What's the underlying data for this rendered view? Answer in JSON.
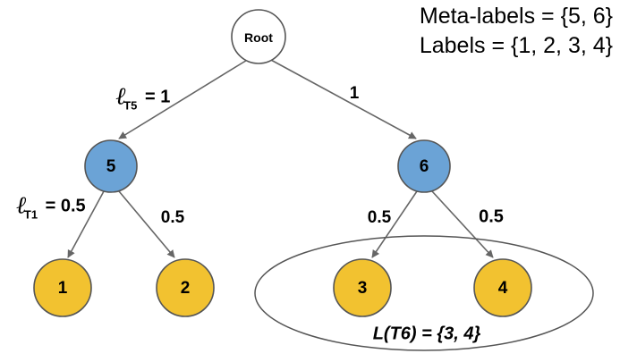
{
  "legend": {
    "meta_labels": "Meta-labels = {5, 6}",
    "labels": "Labels = {1, 2, 3, 4}"
  },
  "tree": {
    "root": {
      "label": "Root"
    },
    "meta_nodes": [
      {
        "label": "5"
      },
      {
        "label": "6"
      }
    ],
    "leaf_nodes": [
      {
        "label": "1"
      },
      {
        "label": "2"
      },
      {
        "label": "3"
      },
      {
        "label": "4"
      }
    ]
  },
  "edges": [
    {
      "name": "root-to-5",
      "symbol": "ℓ",
      "subscript": "T5",
      "eq": " = ",
      "value": "1",
      "styled": true
    },
    {
      "name": "root-to-6",
      "value": "1",
      "styled": false
    },
    {
      "name": "5-to-1",
      "symbol": "ℓ",
      "subscript": "T1",
      "eq": " = ",
      "value": "0.5",
      "styled": true
    },
    {
      "name": "5-to-2",
      "value": "0.5",
      "styled": false
    },
    {
      "name": "6-to-3",
      "value": "0.5",
      "styled": false
    },
    {
      "name": "6-to-4",
      "value": "0.5",
      "styled": false
    }
  ],
  "group": {
    "caption": "L(T6) = {3, 4}"
  },
  "colors": {
    "meta_node_fill": "#6BA3D6",
    "leaf_node_fill": "#F2C230",
    "node_stroke": "#555555",
    "root_fill": "#FFFFFF",
    "edge_stroke": "#666666",
    "text": "#000000",
    "background": "#FFFFFF"
  }
}
